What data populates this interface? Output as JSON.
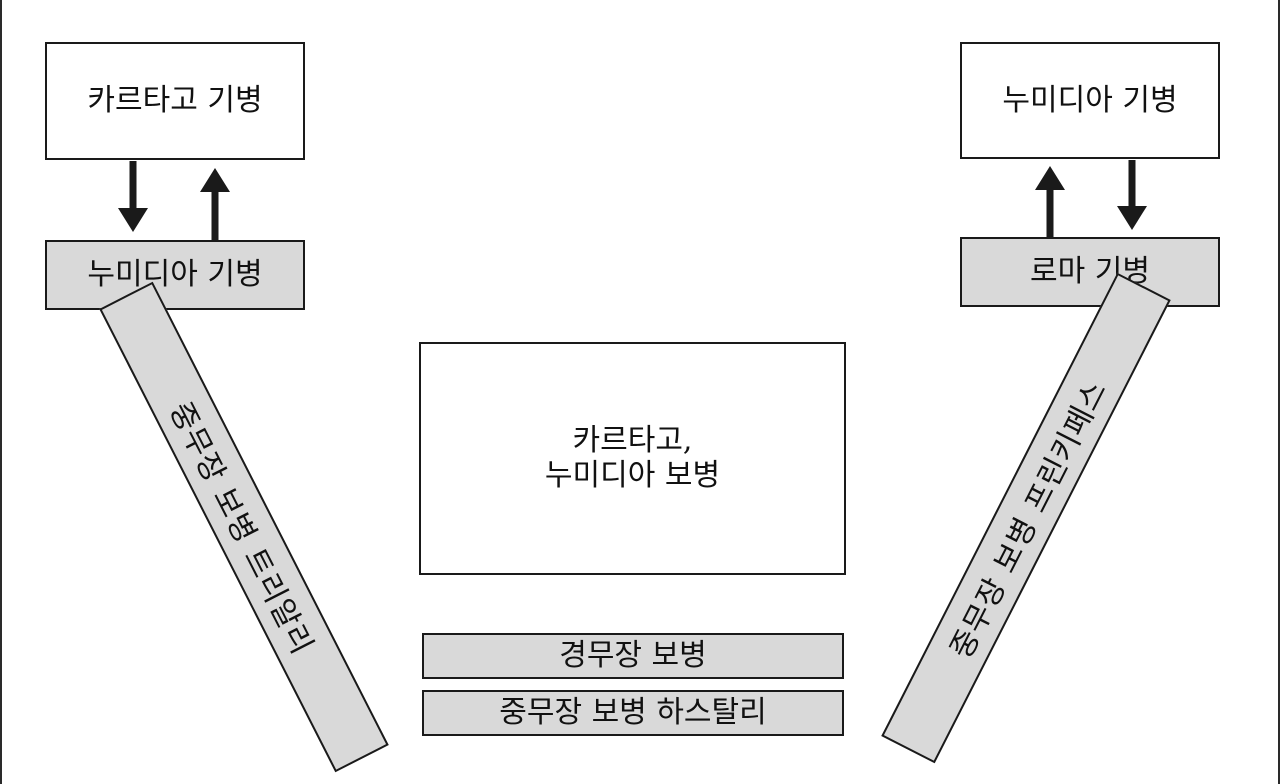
{
  "diagram": {
    "top_left": {
      "label": "카르타고 기병",
      "sub_label": "누미디아 기병"
    },
    "top_right": {
      "label": "누미디아 기병",
      "sub_label": "로마 기병"
    },
    "center": {
      "label": "카르타고,\n누미디아 보병"
    },
    "left_diagonal": {
      "label": "중무장 보병 트리알리"
    },
    "right_diagonal": {
      "label": "중무장 보병 프린키페스"
    },
    "bottom_bars": [
      {
        "label": "경무장 보병"
      },
      {
        "label": "중무장 보병 하스탈리"
      }
    ],
    "colors": {
      "box_fill": "#ffffff",
      "bar_fill": "#d9d9d9",
      "stroke": "#1a1a1a"
    }
  }
}
